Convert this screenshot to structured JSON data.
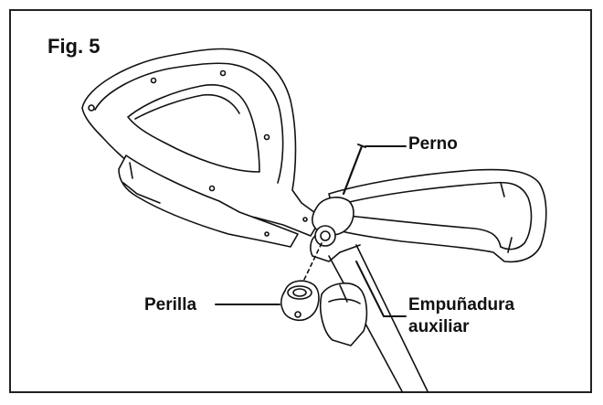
{
  "figure": {
    "title": "Fig. 5"
  },
  "labels": {
    "perno": "Perno",
    "perilla": "Perilla",
    "empunadura_line1": "Empuñadura",
    "empunadura_line2": "auxiliar"
  }
}
